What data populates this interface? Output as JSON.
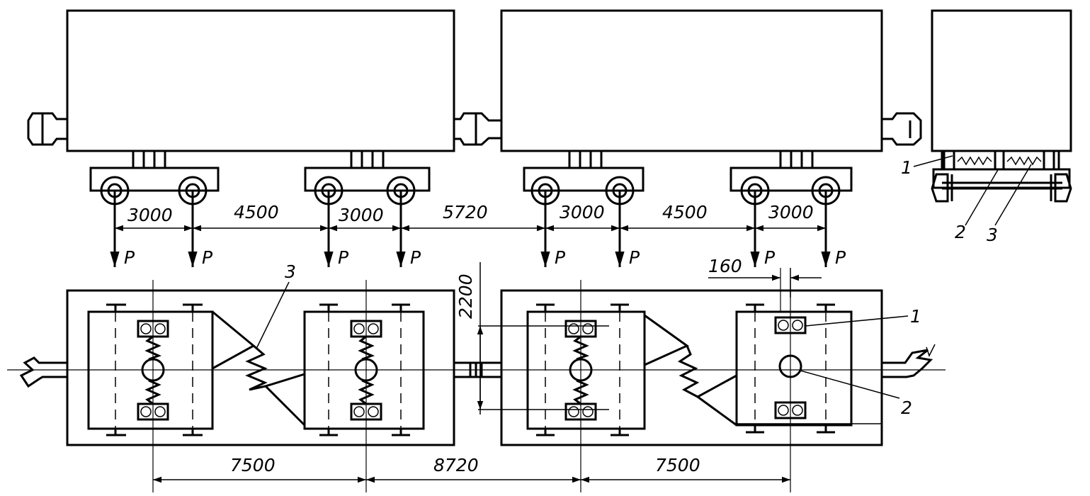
{
  "loads": {
    "symbol": "P"
  },
  "axle_spacing": {
    "s1": "3000",
    "s2": "4500",
    "s3": "3000",
    "s4": "5720",
    "s5": "3000",
    "s6": "4500",
    "s7": "3000"
  },
  "bogie_centers": {
    "d1": "7500",
    "d2": "8720",
    "d3": "7500"
  },
  "offset": "160",
  "width_dim": "2200",
  "callouts": {
    "c1": "1",
    "c2": "2",
    "c3": "3"
  }
}
